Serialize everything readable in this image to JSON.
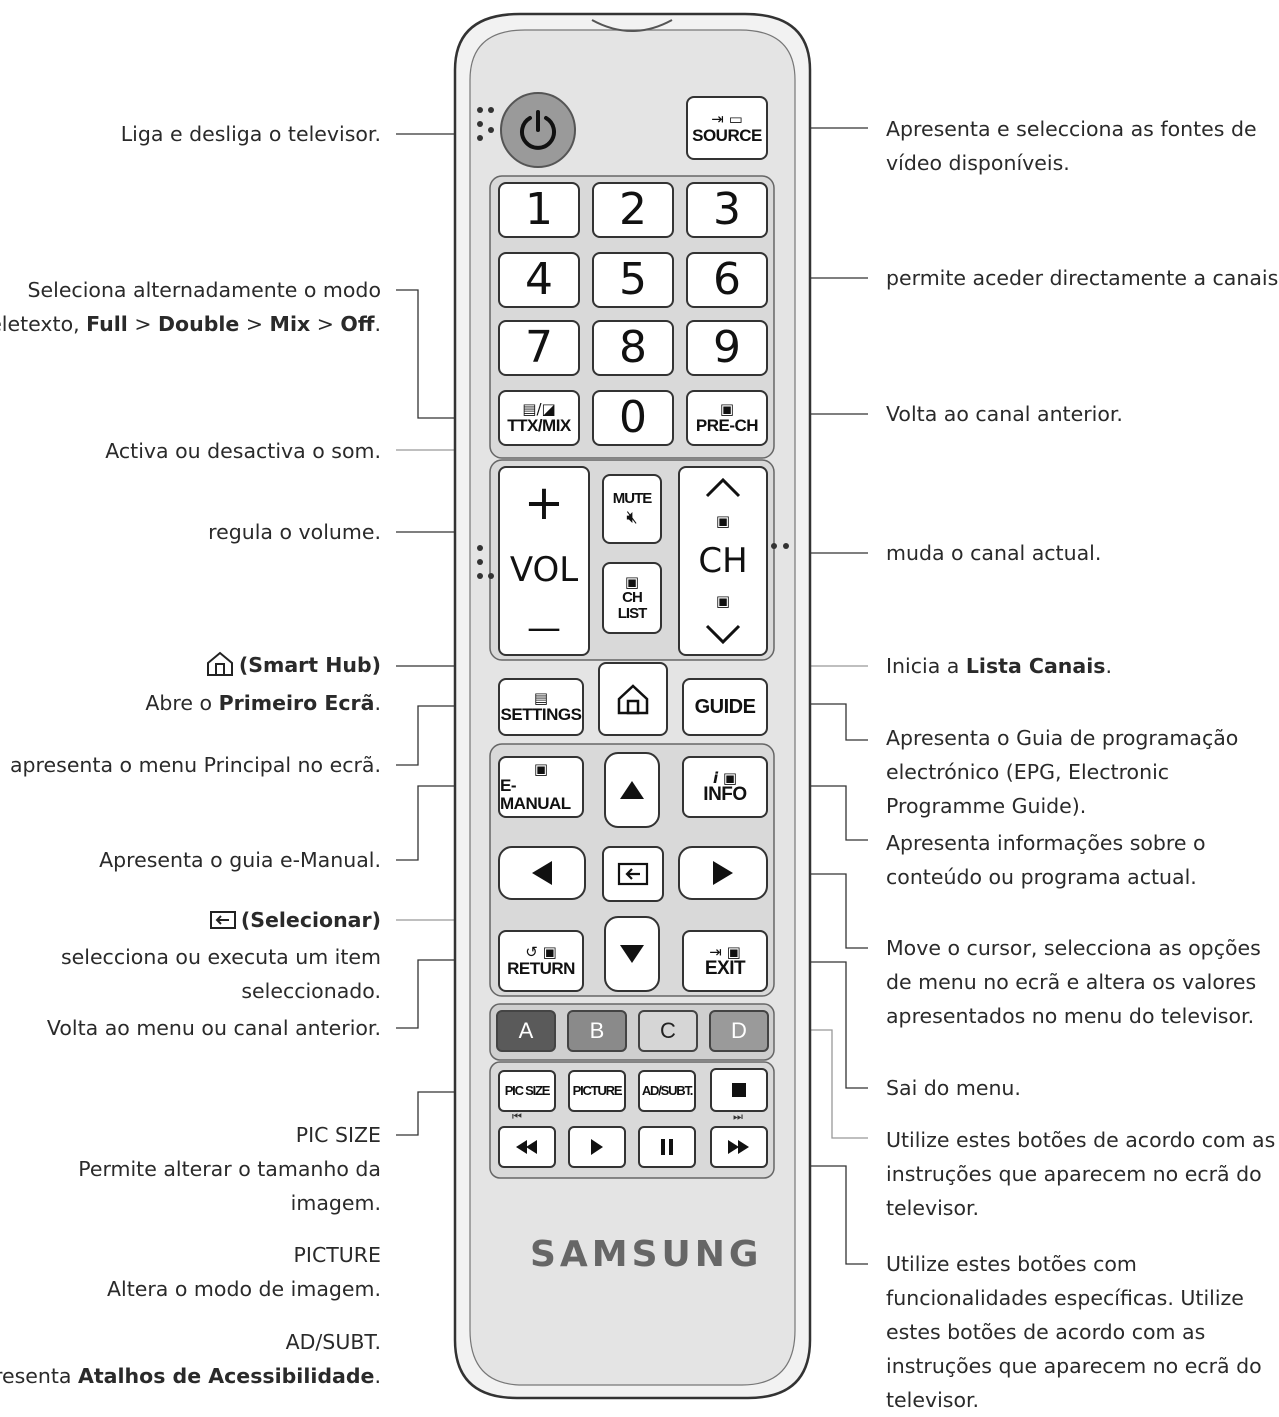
{
  "left_labels": {
    "power": "Liga e desliga o televisor.",
    "ttx_line1": "Seleciona alternadamente o modo",
    "ttx_line2_a": "Teletexto, ",
    "ttx_line2_full": "Full",
    "ttx_line2_sep1": " > ",
    "ttx_line2_double": "Double",
    "ttx_line2_sep2": " > ",
    "ttx_line2_mix": "Mix",
    "ttx_line2_sep3": " > ",
    "ttx_line2_off": "Off",
    "ttx_line2_end": ".",
    "mute": "Activa ou desactiva o som.",
    "volume": "regula o volume.",
    "smarthub_title": "(Smart Hub)",
    "smarthub_a": "Abre o ",
    "smarthub_b": "Primeiro Ecrã",
    "smarthub_c": ".",
    "settings": "apresenta o menu Principal no ecrã.",
    "emanual": "Apresenta o guia e-Manual.",
    "select_title": "(Selecionar)",
    "select_line1": "selecciona ou executa um item",
    "select_line2": "seleccionado.",
    "return": "Volta ao menu ou canal anterior.",
    "picsize_title": "PIC SIZE",
    "picsize_line1": "Permite alterar o tamanho da",
    "picsize_line2": "imagem.",
    "picture_title": "PICTURE",
    "picture_desc": "Altera o modo de imagem.",
    "adsubt_title": "AD/SUBT.",
    "adsubt_a": "Apresenta ",
    "adsubt_b": "Atalhos de Acessibilidade",
    "adsubt_c": "."
  },
  "right_labels": {
    "source_line1": "Apresenta e selecciona as fontes de",
    "source_line2": "vídeo disponíveis.",
    "numbers": "permite aceder directamente a canais.",
    "prech": "Volta ao canal anterior.",
    "channel": "muda o canal actual.",
    "chlist_a": "Inicia a ",
    "chlist_b": "Lista Canais",
    "chlist_c": ".",
    "guide_line1": "Apresenta o Guia de programação",
    "guide_line2": "electrónico (EPG, Electronic",
    "guide_line3": "Programme Guide).",
    "info_line1": "Apresenta informações sobre o",
    "info_line2": "conteúdo ou programa actual.",
    "arrows_line1": "Move o cursor, selecciona as opções",
    "arrows_line2": "de menu no ecrã e altera os valores",
    "arrows_line3": "apresentados no menu do televisor.",
    "exit": "Sai do menu.",
    "color_line1": "Utilize estes botões de acordo com as",
    "color_line2": "instruções que aparecem no ecrã do",
    "color_line3": "televisor.",
    "media_line1": "Utilize estes botões com",
    "media_line2": "funcionalidades específicas. Utilize",
    "media_line3": "estes botões de acordo com as",
    "media_line4": "instruções que aparecem no ecrã do",
    "media_line5": "televisor."
  },
  "remote": {
    "source": "SOURCE",
    "digits": [
      "1",
      "2",
      "3",
      "4",
      "5",
      "6",
      "7",
      "8",
      "9"
    ],
    "zero": "0",
    "ttx": "TTX/MIX",
    "prech": "PRE-CH",
    "mute": "MUTE",
    "vol": "VOL",
    "vol_plus": "+",
    "vol_minus": "—",
    "ch": "CH",
    "chlist_1": "CH",
    "chlist_2": "LIST",
    "settings": "SETTINGS",
    "guide": "GUIDE",
    "emanual": "E-MANUAL",
    "info": "INFO",
    "info_i": "i",
    "return": "RETURN",
    "exit": "EXIT",
    "colors": [
      "A",
      "B",
      "C",
      "D"
    ],
    "picsize": "PIC SIZE",
    "picture": "PICTURE",
    "adsubt": "AD/SUBT.",
    "brand": "SAMSUNG",
    "color_fills": [
      "#5a5a5a",
      "#8a8a8a",
      "#d6d6d6",
      "#9a9a9a"
    ]
  }
}
